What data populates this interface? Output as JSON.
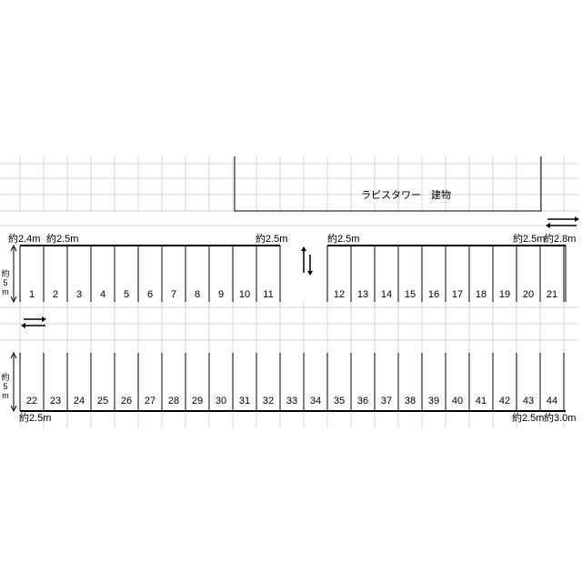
{
  "building": {
    "label": "ラピスタワー　建物"
  },
  "row_top": {
    "spaces": [
      "1",
      "2",
      "3",
      "4",
      "5",
      "6",
      "7",
      "8",
      "9",
      "10",
      "11",
      "12",
      "13",
      "14",
      "15",
      "16",
      "17",
      "18",
      "19",
      "20",
      "21"
    ]
  },
  "row_bottom": {
    "spaces": [
      "22",
      "23",
      "24",
      "25",
      "26",
      "27",
      "28",
      "29",
      "30",
      "31",
      "32",
      "33",
      "34",
      "35",
      "36",
      "37",
      "38",
      "39",
      "40",
      "41",
      "42",
      "43",
      "44"
    ]
  },
  "dims": {
    "top_a": "約2.4m",
    "top_b": "約2.5m",
    "top_c": "約2.5m",
    "top_d": "約2.5m",
    "top_e": "約2.5m",
    "top_f": "約2.8m",
    "bot_a": "約2.5m",
    "bot_b": "約2.5m",
    "bot_c": "約3.0m",
    "depth_top": "約5m",
    "depth_bot": "約5m"
  }
}
